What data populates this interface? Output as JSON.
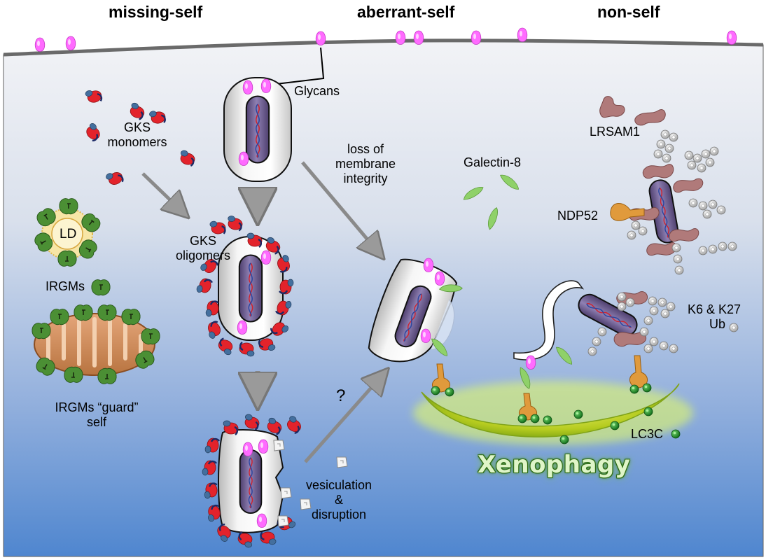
{
  "headers": {
    "missing_self": "missing-self",
    "aberrant_self": "aberrant-self",
    "non_self": "non-self"
  },
  "labels": {
    "glycans": "Glycans",
    "gks_monomers_1": "GKS",
    "gks_monomers_2": "monomers",
    "gks_oligomers_1": "GKS",
    "gks_oligomers_2": "oligomers",
    "ld": "LD",
    "irgms": "IRGMs",
    "irgms_guard_1": "IRGMs “guard”",
    "irgms_guard_2": "self",
    "loss_1": "loss of",
    "loss_2": "membrane",
    "loss_3": "integrity",
    "question": "?",
    "vesic_1": "vesiculation",
    "vesic_2": "&",
    "vesic_3": "disruption",
    "galectin": "Galectin-8",
    "lrsam1": "LRSAM1",
    "ndp52": "NDP52",
    "k6_1": "K6 & K27",
    "k6_2": "Ub",
    "lc3c": "LC3C",
    "xenophagy": "Xenophagy"
  },
  "colors": {
    "glycan": "#ff66ff",
    "gks_red": "#e8202a",
    "gks_blue": "#3d6f9b",
    "irgm_green": "#3d8a2c",
    "galectin_green": "#8ccf62",
    "ndp52_orange": "#e09a3c",
    "lrsam1_mauve": "#b07a7a",
    "lc3c_green": "#1f8f2a",
    "phagophore_yellow": "#c8d82a"
  }
}
